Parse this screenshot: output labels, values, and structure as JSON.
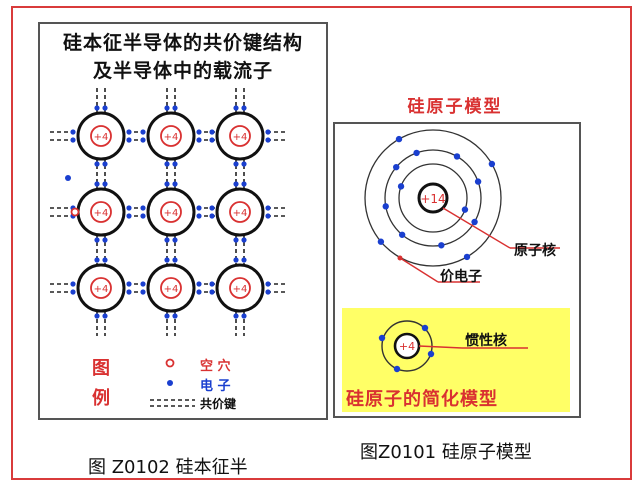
{
  "left_panel": {
    "title_line1": "硅本征半导体的共价键结构",
    "title_line2": "及半导体中的载流子",
    "atom_core_label": "+4",
    "legend": {
      "title_chars": [
        "图",
        "例"
      ],
      "hole_label": "空 穴",
      "electron_label": "电 子",
      "bond_label": "共价键"
    },
    "caption": "图 Z0102  硅本征半"
  },
  "right_panel": {
    "title": "硅原子模型",
    "nucleus_label": "+14",
    "nucleus_top": "",
    "nucleus_label_text": "原子核",
    "valence_label": "价电子",
    "simplified_core": "+4",
    "inertial_core_label": "惯性核",
    "simplified_title": "硅原子的简化模型",
    "caption": "图Z0101  硅原子模型"
  },
  "colors": {
    "frame": "#d93b3b",
    "electron": "#1a3fcf",
    "hole": "#d93131",
    "title_red": "#d93131",
    "highlight": "#ffff66"
  }
}
